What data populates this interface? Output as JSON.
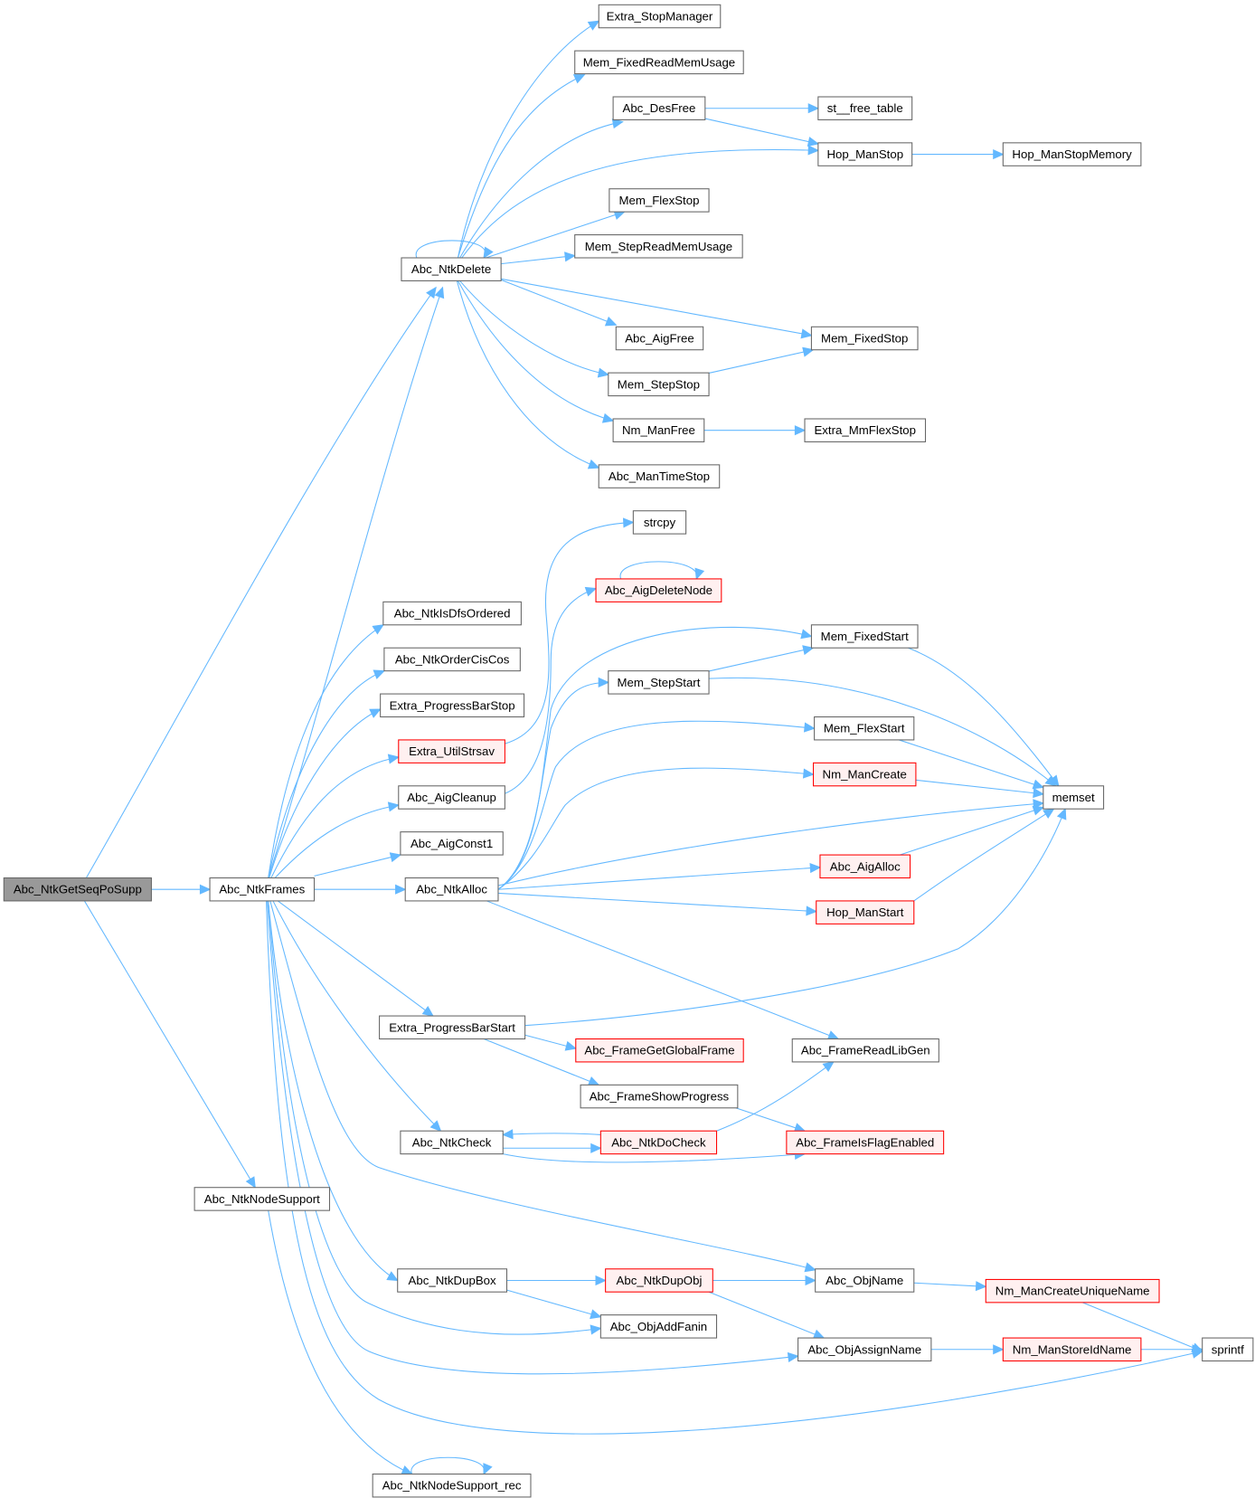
{
  "diagram": {
    "type": "call-graph",
    "colors": {
      "edge": "#63b8ff",
      "root_fill": "#999999",
      "node_border": "#666666",
      "truncated_border": "#ff0000",
      "truncated_fill": "#fff0f0"
    },
    "nodes": [
      {
        "id": "n0",
        "label": "Abc_NtkGetSeqPoSupp",
        "style": "root"
      },
      {
        "id": "n1",
        "label": "Abc_NtkDelete",
        "style": "normal"
      },
      {
        "id": "n2",
        "label": "Abc_NtkFrames",
        "style": "normal"
      },
      {
        "id": "n3",
        "label": "Abc_NtkNodeSupport",
        "style": "normal"
      },
      {
        "id": "n4",
        "label": "Extra_StopManager",
        "style": "normal"
      },
      {
        "id": "n5",
        "label": "Mem_FixedReadMemUsage",
        "style": "normal"
      },
      {
        "id": "n6",
        "label": "Abc_DesFree",
        "style": "normal"
      },
      {
        "id": "n7",
        "label": "st__free_table",
        "style": "normal"
      },
      {
        "id": "n8",
        "label": "Hop_ManStop",
        "style": "normal"
      },
      {
        "id": "n9",
        "label": "Hop_ManStopMemory",
        "style": "normal"
      },
      {
        "id": "n10",
        "label": "Mem_FlexStop",
        "style": "normal"
      },
      {
        "id": "n11",
        "label": "Mem_StepReadMemUsage",
        "style": "normal"
      },
      {
        "id": "n12",
        "label": "Abc_AigFree",
        "style": "normal"
      },
      {
        "id": "n13",
        "label": "Mem_FixedStop",
        "style": "normal"
      },
      {
        "id": "n14",
        "label": "Mem_StepStop",
        "style": "normal"
      },
      {
        "id": "n15",
        "label": "Nm_ManFree",
        "style": "normal"
      },
      {
        "id": "n16",
        "label": "Extra_MmFlexStop",
        "style": "normal"
      },
      {
        "id": "n17",
        "label": "Abc_ManTimeStop",
        "style": "normal"
      },
      {
        "id": "n18",
        "label": "strcpy",
        "style": "normal"
      },
      {
        "id": "n19",
        "label": "Abc_AigDeleteNode",
        "style": "truncated"
      },
      {
        "id": "n20",
        "label": "Abc_NtkIsDfsOrdered",
        "style": "normal"
      },
      {
        "id": "n21",
        "label": "Mem_FixedStart",
        "style": "normal"
      },
      {
        "id": "n22",
        "label": "Abc_NtkOrderCisCos",
        "style": "normal"
      },
      {
        "id": "n23",
        "label": "Mem_StepStart",
        "style": "normal"
      },
      {
        "id": "n24",
        "label": "Extra_ProgressBarStop",
        "style": "normal"
      },
      {
        "id": "n25",
        "label": "Mem_FlexStart",
        "style": "normal"
      },
      {
        "id": "n26",
        "label": "Extra_UtilStrsav",
        "style": "truncated"
      },
      {
        "id": "n27",
        "label": "Nm_ManCreate",
        "style": "truncated"
      },
      {
        "id": "n28",
        "label": "Abc_AigCleanup",
        "style": "normal"
      },
      {
        "id": "n29",
        "label": "memset",
        "style": "normal"
      },
      {
        "id": "n30",
        "label": "Abc_AigConst1",
        "style": "normal"
      },
      {
        "id": "n31",
        "label": "Abc_AigAlloc",
        "style": "truncated"
      },
      {
        "id": "n32",
        "label": "Abc_NtkAlloc",
        "style": "normal"
      },
      {
        "id": "n33",
        "label": "Hop_ManStart",
        "style": "truncated"
      },
      {
        "id": "n34",
        "label": "Extra_ProgressBarStart",
        "style": "normal"
      },
      {
        "id": "n35",
        "label": "Abc_FrameGetGlobalFrame",
        "style": "truncated"
      },
      {
        "id": "n36",
        "label": "Abc_FrameReadLibGen",
        "style": "normal"
      },
      {
        "id": "n37",
        "label": "Abc_FrameShowProgress",
        "style": "normal"
      },
      {
        "id": "n38",
        "label": "Abc_NtkCheck",
        "style": "normal"
      },
      {
        "id": "n39",
        "label": "Abc_NtkDoCheck",
        "style": "truncated"
      },
      {
        "id": "n40",
        "label": "Abc_FrameIsFlagEnabled",
        "style": "truncated"
      },
      {
        "id": "n41",
        "label": "Abc_NtkDupBox",
        "style": "normal"
      },
      {
        "id": "n42",
        "label": "Abc_NtkDupObj",
        "style": "truncated"
      },
      {
        "id": "n43",
        "label": "Abc_ObjName",
        "style": "normal"
      },
      {
        "id": "n44",
        "label": "Nm_ManCreateUniqueName",
        "style": "truncated"
      },
      {
        "id": "n45",
        "label": "Abc_ObjAddFanin",
        "style": "normal"
      },
      {
        "id": "n46",
        "label": "Abc_ObjAssignName",
        "style": "normal"
      },
      {
        "id": "n47",
        "label": "Nm_ManStoreIdName",
        "style": "truncated"
      },
      {
        "id": "n48",
        "label": "sprintf",
        "style": "normal"
      },
      {
        "id": "n49",
        "label": "Abc_NtkNodeSupport_rec",
        "style": "normal"
      }
    ],
    "edges": [
      [
        "n0",
        "n1"
      ],
      [
        "n0",
        "n2"
      ],
      [
        "n0",
        "n3"
      ],
      [
        "n1",
        "n1"
      ],
      [
        "n1",
        "n4"
      ],
      [
        "n1",
        "n5"
      ],
      [
        "n1",
        "n6"
      ],
      [
        "n1",
        "n8"
      ],
      [
        "n1",
        "n10"
      ],
      [
        "n1",
        "n11"
      ],
      [
        "n1",
        "n12"
      ],
      [
        "n1",
        "n13"
      ],
      [
        "n1",
        "n14"
      ],
      [
        "n1",
        "n15"
      ],
      [
        "n1",
        "n17"
      ],
      [
        "n6",
        "n7"
      ],
      [
        "n6",
        "n8"
      ],
      [
        "n8",
        "n9"
      ],
      [
        "n14",
        "n13"
      ],
      [
        "n15",
        "n16"
      ],
      [
        "n2",
        "n1"
      ],
      [
        "n2",
        "n20"
      ],
      [
        "n2",
        "n22"
      ],
      [
        "n2",
        "n24"
      ],
      [
        "n2",
        "n26"
      ],
      [
        "n2",
        "n28"
      ],
      [
        "n2",
        "n30"
      ],
      [
        "n2",
        "n32"
      ],
      [
        "n2",
        "n34"
      ],
      [
        "n2",
        "n38"
      ],
      [
        "n2",
        "n43"
      ],
      [
        "n2",
        "n41"
      ],
      [
        "n2",
        "n45"
      ],
      [
        "n2",
        "n46"
      ],
      [
        "n2",
        "n48"
      ],
      [
        "n26",
        "n18"
      ],
      [
        "n28",
        "n19"
      ],
      [
        "n19",
        "n19"
      ],
      [
        "n32",
        "n21"
      ],
      [
        "n32",
        "n23"
      ],
      [
        "n32",
        "n25"
      ],
      [
        "n32",
        "n27"
      ],
      [
        "n32",
        "n29"
      ],
      [
        "n32",
        "n31"
      ],
      [
        "n32",
        "n33"
      ],
      [
        "n32",
        "n36"
      ],
      [
        "n23",
        "n21"
      ],
      [
        "n23",
        "n29"
      ],
      [
        "n21",
        "n29"
      ],
      [
        "n25",
        "n29"
      ],
      [
        "n27",
        "n29"
      ],
      [
        "n31",
        "n29"
      ],
      [
        "n33",
        "n29"
      ],
      [
        "n34",
        "n29"
      ],
      [
        "n34",
        "n35"
      ],
      [
        "n34",
        "n37"
      ],
      [
        "n37",
        "n40"
      ],
      [
        "n38",
        "n39"
      ],
      [
        "n39",
        "n38"
      ],
      [
        "n39",
        "n36"
      ],
      [
        "n38",
        "n40"
      ],
      [
        "n41",
        "n42"
      ],
      [
        "n41",
        "n45"
      ],
      [
        "n42",
        "n43"
      ],
      [
        "n42",
        "n46"
      ],
      [
        "n43",
        "n44"
      ],
      [
        "n44",
        "n48"
      ],
      [
        "n46",
        "n47"
      ],
      [
        "n47",
        "n48"
      ],
      [
        "n3",
        "n49"
      ],
      [
        "n49",
        "n49"
      ]
    ]
  }
}
